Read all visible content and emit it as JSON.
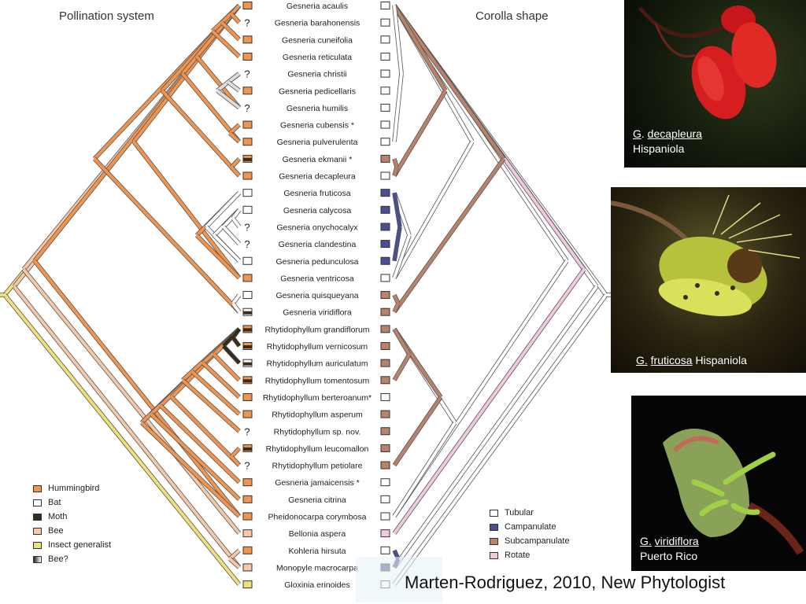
{
  "headers": {
    "left": "Pollination system",
    "right": "Corolla shape"
  },
  "colors": {
    "hummingbird": "#f0954f",
    "bat": "#ffffff",
    "moth": "#3a2a1a",
    "bee": "#f5c9a8",
    "insect_generalist": "#efe07a",
    "tubular": "#ffffff",
    "campanulate": "#4a4f8f",
    "subcampanulate": "#b9826a",
    "rotate": "#f1c8df"
  },
  "taxa": [
    {
      "name": "Gesneria acaulis",
      "poll": "hummingbird",
      "corolla": "tubular"
    },
    {
      "name": "Gesneria barahonensis",
      "poll": "unknown",
      "corolla": "tubular"
    },
    {
      "name": "Gesneria cuneifolia",
      "poll": "hummingbird",
      "corolla": "tubular"
    },
    {
      "name": "Gesneria reticulata",
      "poll": "hummingbird",
      "corolla": "tubular"
    },
    {
      "name": "Gesneria christii",
      "poll": "unknown",
      "corolla": "tubular"
    },
    {
      "name": "Gesneria pedicellaris",
      "poll": "hummingbird",
      "corolla": "tubular"
    },
    {
      "name": "Gesneria humilis",
      "poll": "unknown",
      "corolla": "tubular"
    },
    {
      "name": "Gesneria cubensis *",
      "poll": "hummingbird",
      "corolla": "tubular"
    },
    {
      "name": "Gesneria pulverulenta",
      "poll": "hummingbird",
      "corolla": "tubular"
    },
    {
      "name": "Gesneria ekmanii *",
      "poll": "hummingbird-moth",
      "corolla": "subcampanulate"
    },
    {
      "name": "Gesneria decapleura",
      "poll": "hummingbird",
      "corolla": "tubular"
    },
    {
      "name": "Gesneria fruticosa",
      "poll": "bat",
      "corolla": "campanulate"
    },
    {
      "name": "Gesneria calycosa",
      "poll": "bat",
      "corolla": "campanulate"
    },
    {
      "name": "Gesneria onychocalyx",
      "poll": "unknown",
      "corolla": "campanulate"
    },
    {
      "name": "Gesneria clandestina",
      "poll": "unknown",
      "corolla": "campanulate"
    },
    {
      "name": "Gesneria pedunculosa",
      "poll": "bat",
      "corolla": "campanulate"
    },
    {
      "name": "Gesneria ventricosa",
      "poll": "hummingbird",
      "corolla": "tubular"
    },
    {
      "name": "Gesneria quisqueyana",
      "poll": "bat",
      "corolla": "subcampanulate"
    },
    {
      "name": "Gesneria viridiflora",
      "poll": "bat-moth",
      "corolla": "subcampanulate"
    },
    {
      "name": "Rhytidophyllum grandiflorum",
      "poll": "hummingbird-moth",
      "corolla": "subcampanulate"
    },
    {
      "name": "Rhytidophyllum vernicosum",
      "poll": "hummingbird-moth",
      "corolla": "subcampanulate"
    },
    {
      "name": "Rhytidophyllum auriculatum",
      "poll": "bat-moth",
      "corolla": "subcampanulate"
    },
    {
      "name": "Rhytidophyllum tomentosum",
      "poll": "hummingbird-moth",
      "corolla": "subcampanulate"
    },
    {
      "name": "Rhytidophyllum berteroanum*",
      "poll": "hummingbird",
      "corolla": "tubular"
    },
    {
      "name": "Rhytidophyllum asperum",
      "poll": "hummingbird",
      "corolla": "subcampanulate"
    },
    {
      "name": "Rhytidophyllum sp. nov.",
      "poll": "unknown",
      "corolla": "subcampanulate"
    },
    {
      "name": "Rhytidophyllum leucomallon",
      "poll": "hummingbird-moth",
      "corolla": "subcampanulate"
    },
    {
      "name": "Rhytidophyllum petiolare",
      "poll": "unknown",
      "corolla": "subcampanulate"
    },
    {
      "name": "Gesneria jamaicensis *",
      "poll": "hummingbird",
      "corolla": "tubular"
    },
    {
      "name": "Gesneria citrina",
      "poll": "hummingbird",
      "corolla": "tubular"
    },
    {
      "name": "Pheidonocarpa corymbosa",
      "poll": "hummingbird",
      "corolla": "tubular"
    },
    {
      "name": "Bellonia aspera",
      "poll": "bee",
      "corolla": "rotate"
    },
    {
      "name": "Kohleria hirsuta",
      "poll": "hummingbird",
      "corolla": "tubular"
    },
    {
      "name": "Monopyle macrocarpa",
      "poll": "bee",
      "corolla": "campanulate"
    },
    {
      "name": "Gloxinia erinoides",
      "poll": "insect_generalist",
      "corolla": "tubular"
    }
  ],
  "legend_pollination": [
    {
      "label": "Hummingbird",
      "key": "hummingbird"
    },
    {
      "label": "Bat",
      "key": "bat"
    },
    {
      "label": "Moth",
      "key": "moth"
    },
    {
      "label": "Bee",
      "key": "bee"
    },
    {
      "label": "Insect generalist",
      "key": "insect_generalist"
    },
    {
      "label": "Bee?",
      "key": "bee_unknown"
    }
  ],
  "legend_corolla": [
    {
      "label": "Tubular",
      "key": "tubular"
    },
    {
      "label": "Campanulate",
      "key": "campanulate"
    },
    {
      "label": "Subcampanulate",
      "key": "subcampanulate"
    },
    {
      "label": "Rotate",
      "key": "rotate"
    }
  ],
  "photos": [
    {
      "genus": "G",
      "species": "decapleura",
      "place": "Hispaniola"
    },
    {
      "genus": "G.",
      "species": "fruticosa",
      "place": "Hispaniola"
    },
    {
      "genus": "G.",
      "species": "viridiflora",
      "place": "Puerto Rico"
    }
  ],
  "credit": "Marten-Rodriguez, 2010, New Phytologist",
  "unknown_mark": "?"
}
